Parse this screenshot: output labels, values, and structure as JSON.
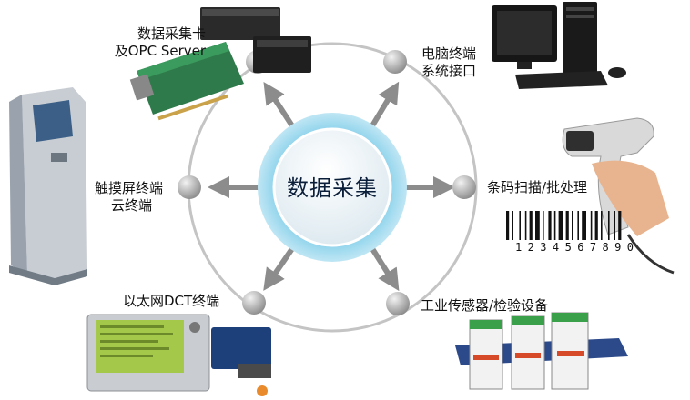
{
  "center": {
    "label": "数据采集"
  },
  "nodes": [
    {
      "id": "daq",
      "lines": [
        "数据采集卡",
        "及OPC Server"
      ]
    },
    {
      "id": "pc",
      "lines": [
        "电脑终端",
        "系统接口"
      ]
    },
    {
      "id": "barcode",
      "lines": [
        "条码扫描/批处理"
      ]
    },
    {
      "id": "sensor",
      "lines": [
        "工业传感器/检验设备"
      ]
    },
    {
      "id": "ethernet",
      "lines": [
        "以太网DCT终端"
      ]
    },
    {
      "id": "kiosk",
      "lines": [
        "触摸屏终端",
        "云终端"
      ]
    }
  ],
  "barcode_digits": "1234567890",
  "colors": {
    "ring": "#b9b9b9",
    "node": "#9b9b9b",
    "arrow": "#8c8c8c",
    "center_glow": "#4fb8de",
    "center_fill": "#eef6fb"
  }
}
